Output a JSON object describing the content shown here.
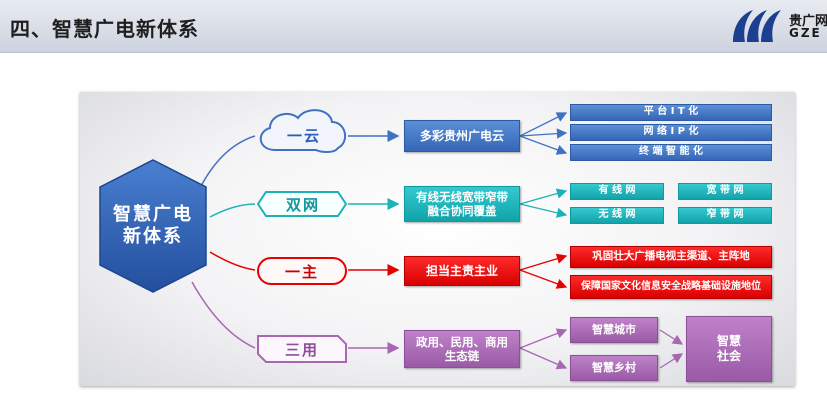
{
  "header": {
    "title": "四、智慧广电新体系",
    "logo_cn": "贵广网",
    "logo_en": "GZE"
  },
  "diagram": {
    "center": "智慧广电\n新体系",
    "branches": [
      {
        "label": "一云",
        "middle": "多彩贵州广电云",
        "leaves": [
          "平 台 I T 化",
          "网 络 I P 化",
          "终 端 智 能 化"
        ]
      },
      {
        "label": "双网",
        "middle": "有线无线宽带窄带\n融合协同覆盖",
        "leaves": [
          "有 线 网",
          "宽 带 网",
          "无 线 网",
          "窄 带 网"
        ]
      },
      {
        "label": "一主",
        "middle": "担当主责主业",
        "leaves": [
          "巩固壮大广播电视主渠道、主阵地",
          "保障国家文化信息安全战略基础设施地位"
        ]
      },
      {
        "label": "三用",
        "middle": "政用、民用、商用\n生态链",
        "leaves": [
          "智慧城市",
          "智慧乡村"
        ],
        "final": "智慧\n社会"
      }
    ]
  },
  "colors": {
    "blue": "#3f72c2",
    "teal": "#1bb3b9",
    "red": "#e60000",
    "purple": "#a866b3",
    "hexagon": "#2f5fb5"
  }
}
